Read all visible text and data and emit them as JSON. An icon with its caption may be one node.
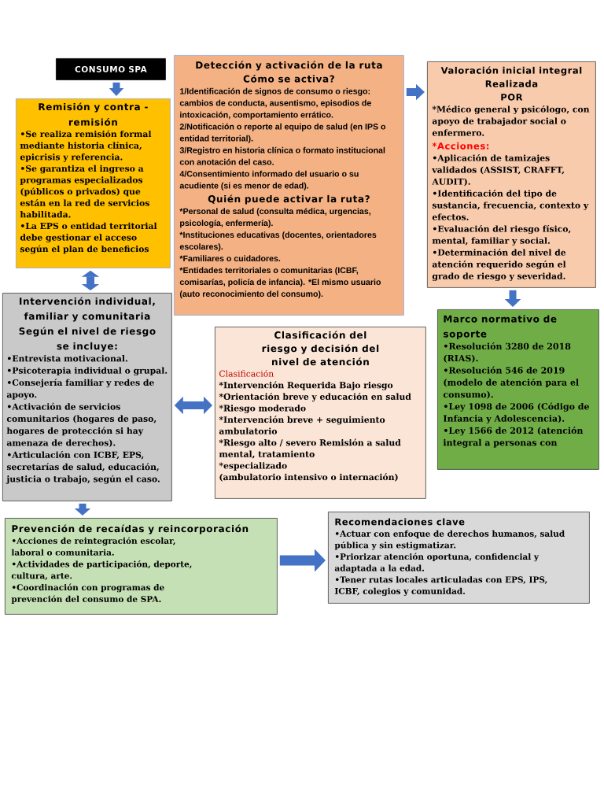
{
  "diagram": {
    "nodes": [
      {
        "text": [
          "CONSUMO SPA"
        ]
      },
      {
        "text": [
          "Remisión y contra - remisión",
          "•Se realiza remisión formal mediante historia clínica, epicrisis y referencia.",
          "•Se garantiza el ingreso a programas especializados (públicos o privados) que están en la red de servicios habilitada.",
          "•La EPS o entidad territorial debe gestionar el acceso según el plan de beneficios"
        ]
      },
      {
        "text": [
          "Detección y activación de la ruta",
          "Cómo se activa?",
          "1/Identificación de signos de consumo o riesgo: cambios de conducta, ausentismo, episodios de intoxicación, comportamiento errático.",
          "2/Notificación o reporte al equipo de salud (en IPS o entidad territorial).",
          "3/Registro en historia clínica o formato institucional con anotación del caso.",
          "4/Consentimiento informado del usuario o su acudiente (si es menor de edad).",
          "Quién puede activar la ruta?",
          "*Personal de salud (consulta médica, urgencias, psicología, enfermería).",
          "*Instituciones educativas (docentes, orientadores escolares).",
          "*Familiares o cuidadores.",
          "*Entidades territoriales o comunitarias (ICBF, comisarías, policía de infancia). *El mismo usuario (auto reconocimiento del consumo)."
        ]
      },
      {
        "text": [
          "Valoración inicial integral",
          "Realizada",
          "POR",
          "*Médico general y psicólogo, con apoyo de trabajador social o enfermero.",
          "*Acciones:",
          "•Aplicación de tamizajes validados (ASSIST, CRAFFT, AUDIT).",
          "•Identificación del tipo de sustancia, frecuencia, contexto y efectos.",
          "•Evaluación del riesgo físico, mental, familiar y social.",
          "•Determinación del nivel de atención requerido según el grado de riesgo y severidad."
        ]
      },
      {
        "text": [
          "Intervención individual, familiar y comunitaria",
          "Según el nivel de riesgo se incluye:",
          "•Entrevista motivacional.",
          "•Psicoterapia individual o grupal.",
          "•Consejería familiar y redes de apoyo.",
          "•Activación de servicios comunitarios (hogares de paso, hogares de protección si hay amenaza de derechos).",
          "•Articulación con ICBF, EPS, secretarías de salud, educación, justicia o trabajo, según el caso."
        ]
      },
      {
        "text": [
          "Clasificación del riesgo y decisión del nivel de atención",
          "Clasificación",
          "*Intervención Requerida Bajo riesgo",
          "*Orientación breve y educación en salud",
          "*Riesgo moderado",
          "*Intervención breve + seguimiento ambulatorio",
          "*Riesgo alto / severo Remisión a salud mental, tratamiento",
          "*especializado",
          "(ambulatorio intensivo o internación)"
        ]
      },
      {
        "text": [
          "Marco normativo de soporte",
          "•Resolución 3280 de 2018 (RIAS).",
          "•Resolución 546 de 2019 (modelo de atención para el consumo).",
          "•Ley 1098 de 2006 (Código de Infancia y Adolescencia).",
          "•Ley 1566 de 2012 (atención integral a personas con"
        ]
      },
      {
        "text": [
          "Prevención de recaídas y reincorporación",
          "•Acciones de reintegración escolar, laboral o comunitaria.",
          "•Actividades de participación, deporte, cultura, arte.",
          "•Coordinación con programas de prevención del consumo de SPA."
        ]
      },
      {
        "text": [
          "Recomendaciones clave",
          "•Actuar con enfoque de derechos humanos, salud pública y sin estigmatizar.",
          "•Priorizar atención oportuna, confidencial y adaptada a la edad.",
          "•Tener rutas locales articuladas con EPS, IPS, ICBF, colegios y comunidad."
        ]
      }
    ],
    "edges": [
      {
        "from": 0,
        "to": 1,
        "arrow": "to"
      },
      {
        "from": 2,
        "to": 3,
        "arrow": "to"
      },
      {
        "from": 1,
        "to": 4,
        "arrow": "both"
      },
      {
        "from": 3,
        "to": 6,
        "arrow": "to"
      },
      {
        "from": 4,
        "to": 5,
        "arrow": "both"
      },
      {
        "from": 4,
        "to": 7,
        "arrow": "to"
      },
      {
        "from": 7,
        "to": 8,
        "arrow": "to"
      }
    ]
  }
}
